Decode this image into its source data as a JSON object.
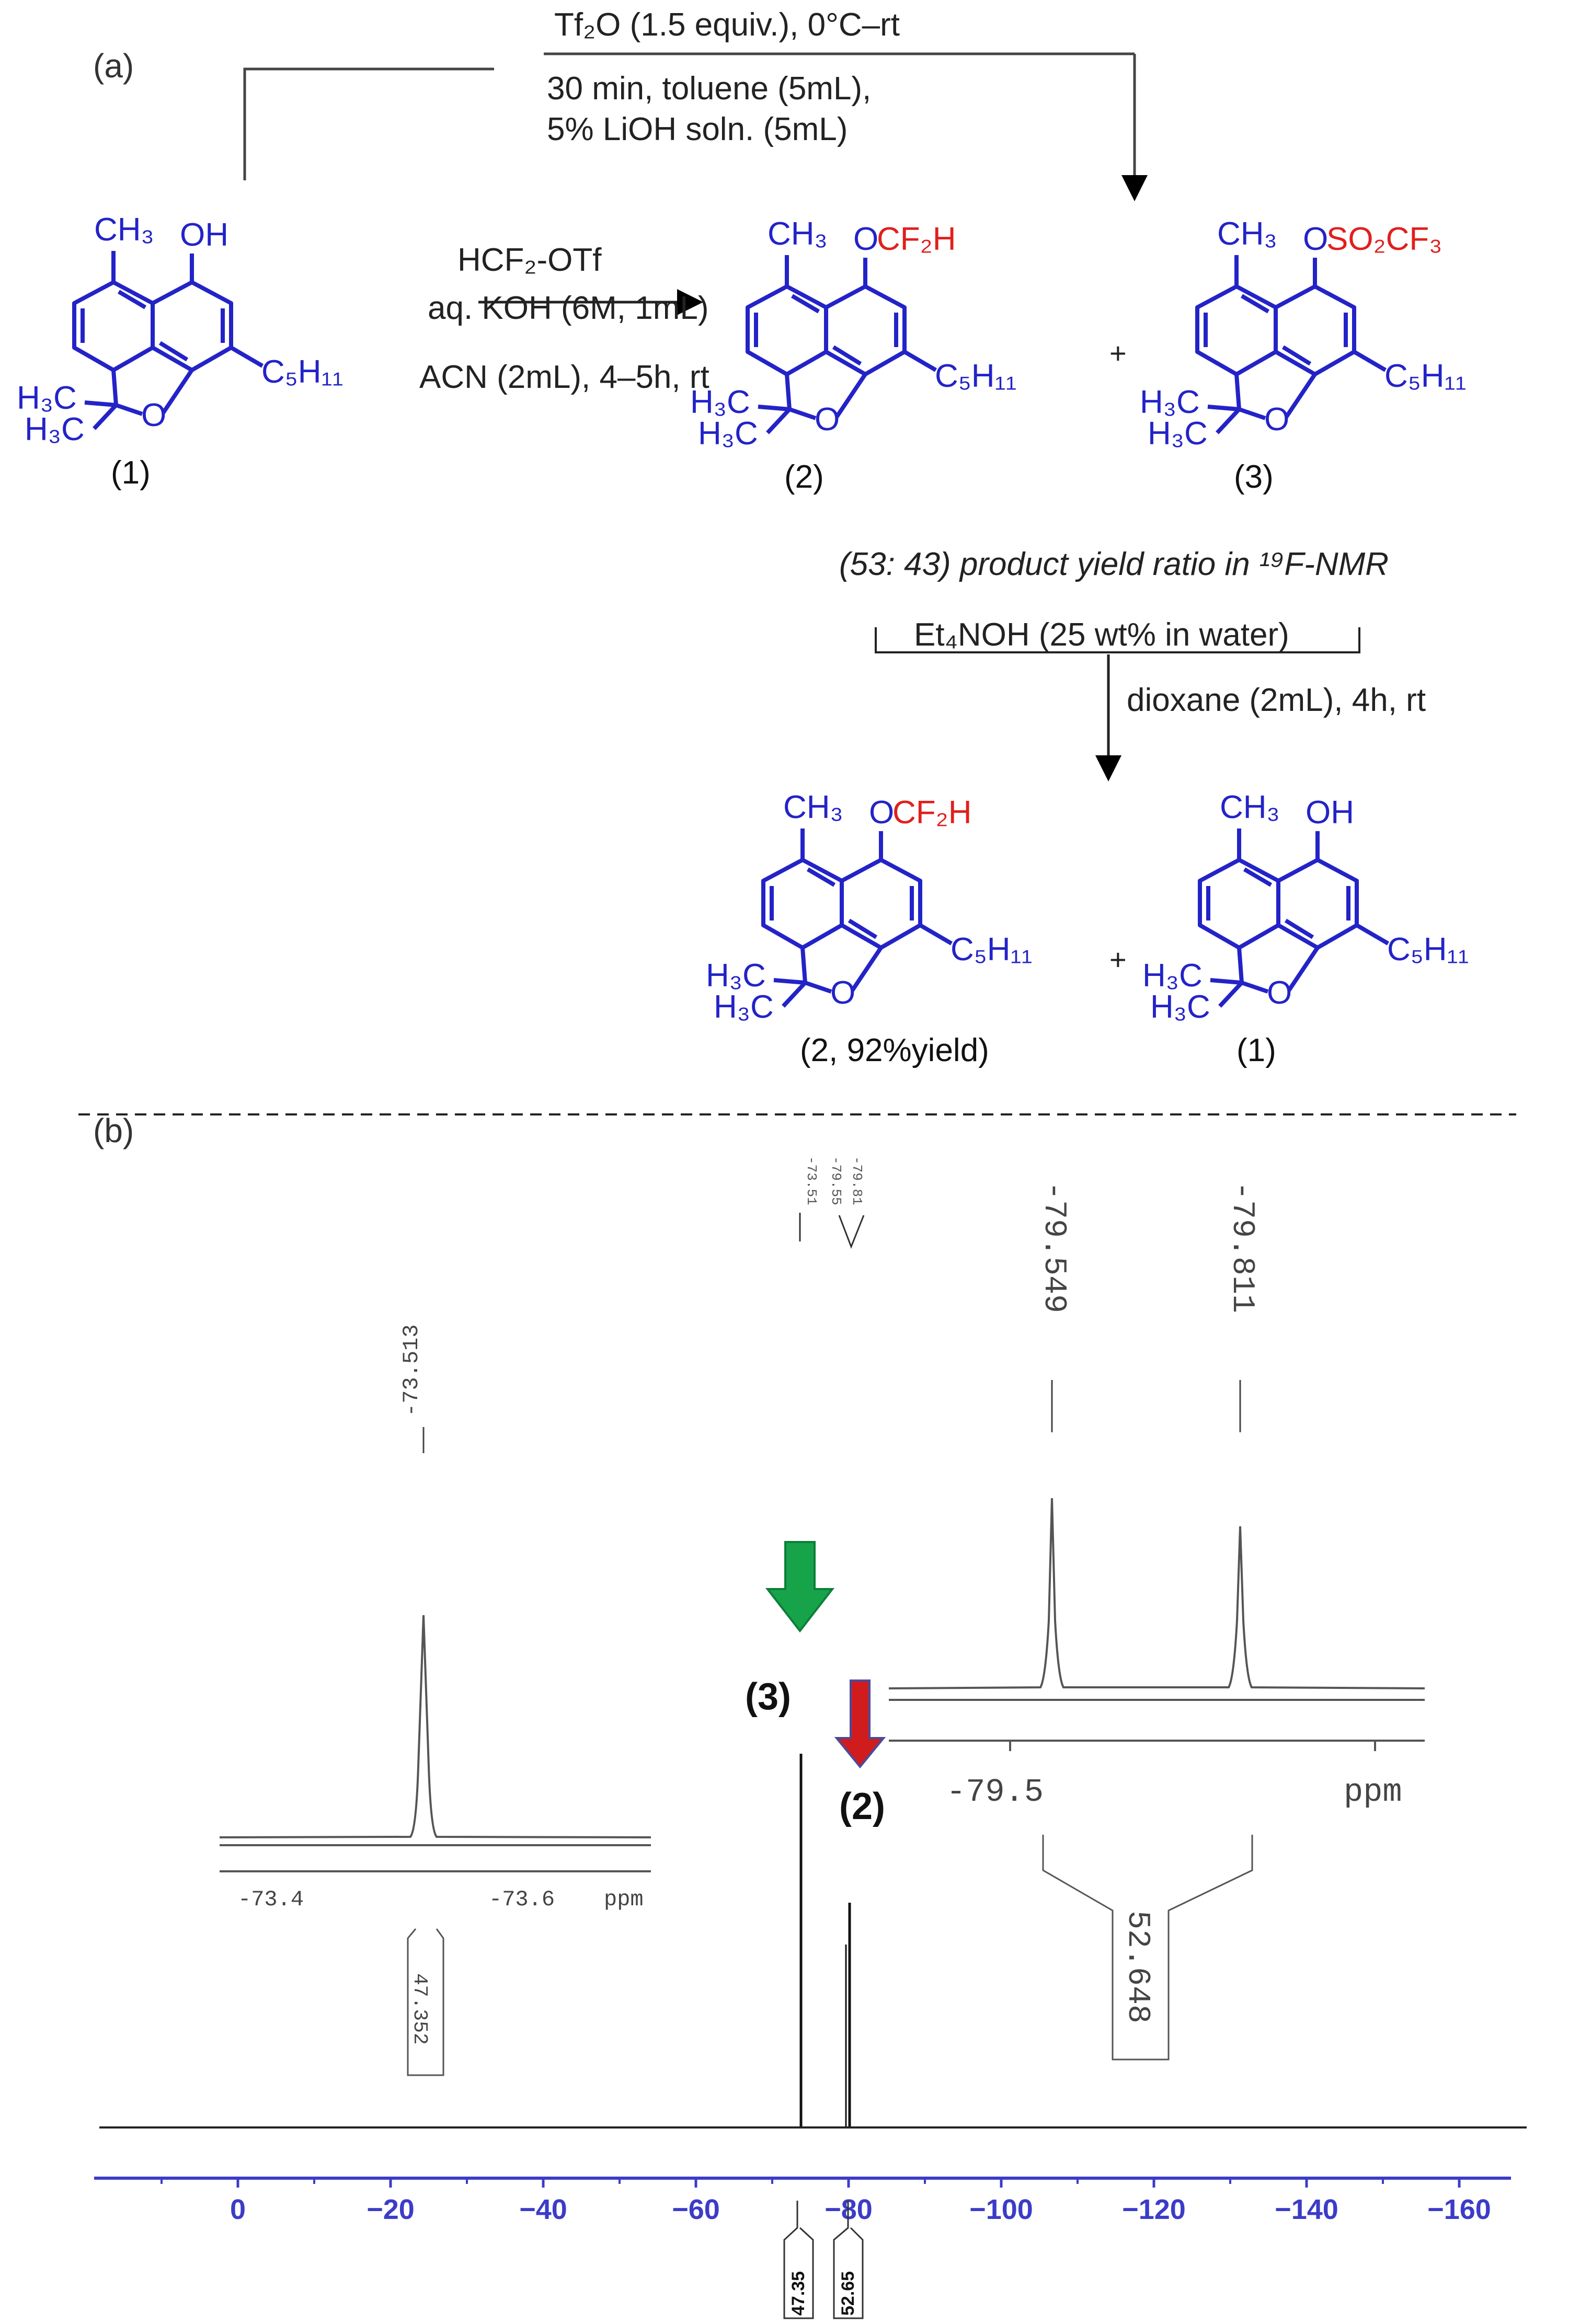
{
  "panel_a": {
    "label": "(a)",
    "top_reaction": {
      "line1": "Tf₂O (1.5 equiv.), 0°C–rt",
      "line2": "30 min, toluene (5mL),",
      "line3": "5% LiOH soln. (5mL)"
    },
    "main_reaction": {
      "line1": "HCF₂-OTf",
      "line2": "aq. KOH (6M, 1mL)",
      "line3": "ACN (2mL), 4–5h, rt"
    },
    "plus": "+",
    "ratio_note": "(53: 43) product yield ratio in ¹⁹F-NMR",
    "second_reaction": {
      "line1": "Et₄NOH (25 wt% in water)",
      "line2": "dioxane (2mL), 4h, rt"
    },
    "compounds": {
      "c1": {
        "label": "(1)",
        "ch3": "CH₃",
        "oh": "OH",
        "h3c_a": "H₃C",
        "h3c_b": "H₃C",
        "o": "O",
        "c5": "C₅H₁₁"
      },
      "c2": {
        "label": "(2)",
        "ch3": "CH₃",
        "sub": "OCF₂H",
        "sub_o": "O",
        "h3c_a": "H₃C",
        "h3c_b": "H₃C",
        "o": "O",
        "c5": "C₅H₁₁"
      },
      "c3": {
        "label": "(3)",
        "ch3": "CH₃",
        "sub": "OSO₂CF₃",
        "sub_o": "O",
        "h3c_a": "H₃C",
        "h3c_b": "H₃C",
        "o": "O",
        "c5": "C₅H₁₁"
      },
      "c2b": {
        "label": "(2, 92%yield)",
        "ch3": "CH₃",
        "sub": "OCF₂H",
        "sub_o": "O",
        "h3c_a": "H₃C",
        "h3c_b": "H₃C",
        "o": "O",
        "c5": "C₅H₁₁"
      },
      "c1b": {
        "label": "(1)",
        "ch3": "CH₃",
        "oh": "OH",
        "h3c_a": "H₃C",
        "h3c_b": "H₃C",
        "o": "O",
        "c5": "C₅H₁₁"
      }
    }
  },
  "panel_b": {
    "label": "(b)",
    "top_peak_labels": [
      "-73.51",
      "-79.55",
      "-79.81"
    ],
    "inset_right": {
      "peak_labels": [
        "-79.549",
        "-79.811"
      ],
      "ticks": [
        "-79.5"
      ],
      "unit": "ppm",
      "integral": "52.648"
    },
    "inset_left": {
      "peak_label": "-73.513",
      "ticks": [
        "-73.4",
        "-73.6"
      ],
      "unit": "ppm",
      "integral": "47.352"
    },
    "arrow_labels": {
      "green": "(3)",
      "red": "(2)"
    },
    "axis_ticks": [
      "0",
      "−20",
      "−40",
      "−60",
      "−80",
      "−100",
      "−120",
      "−140",
      "−160"
    ],
    "integrals": [
      "47.35",
      "52.65"
    ],
    "colors": {
      "axis": "#3c3cc8",
      "green_arrow": "#17a34a",
      "red_arrow": "#d01c1c",
      "blue_struct": "#2323c8",
      "red_text": "#e0201c"
    }
  }
}
